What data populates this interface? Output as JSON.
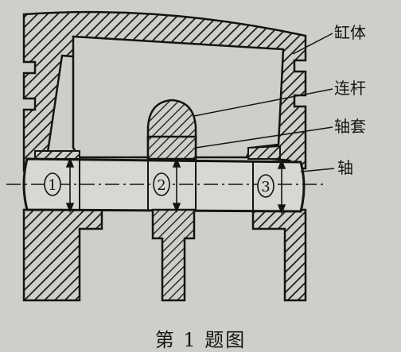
{
  "labels": {
    "cylinder": "缸体",
    "connecting_rod": "连杆",
    "bushing": "轴套",
    "shaft": "轴"
  },
  "markers": {
    "m1": "1",
    "m2": "2",
    "m3": "3"
  },
  "caption": "第 1 题图",
  "colors": {
    "ink": "#141414",
    "paper": "#cfcfca",
    "shaft_fill": "#d8d8d3"
  }
}
